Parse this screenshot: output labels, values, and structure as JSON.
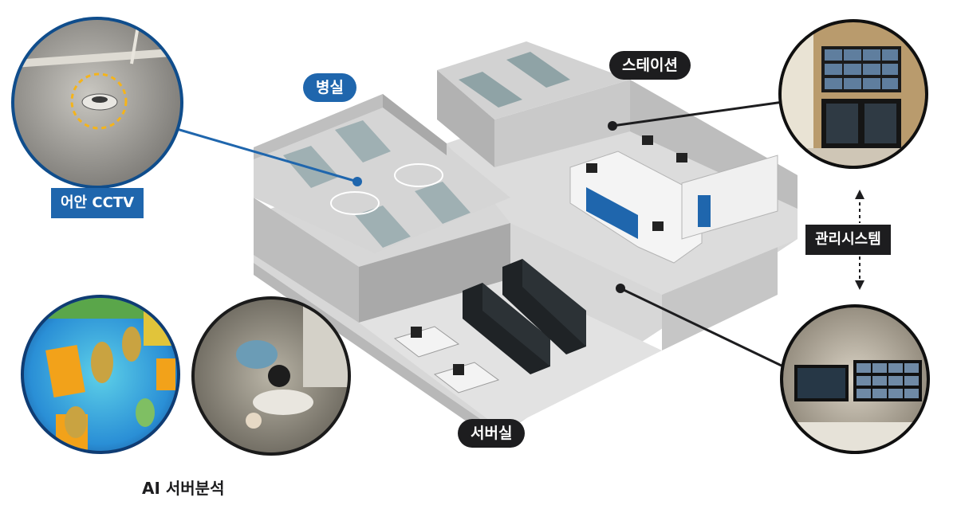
{
  "labels": {
    "ward": "병실",
    "station": "스테이션",
    "cctv": "어안 CCTV",
    "management": "관리시스템",
    "server_room": "서버실",
    "ai_analysis": "AI 서버분석"
  },
  "colors": {
    "accent_blue": "#1f66ad",
    "label_black": "#1d1d1f",
    "callout_yellow": "#f5b41a"
  }
}
